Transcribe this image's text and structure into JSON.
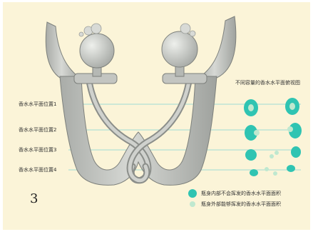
{
  "figure": {
    "number": "3",
    "title": "不同容量的香水水平面俯视图",
    "levels": [
      "香水水平面位置1",
      "香水水平面位置2",
      "香水水平面位置3",
      "香水水平面位置4"
    ],
    "legend": [
      {
        "label": "瓶身内部不会挥发的香水水平面面积",
        "color": "#2fc4b2"
      },
      {
        "label": "瓶身外部能够挥发的香水水平面面积",
        "color": "#bfe8cf"
      }
    ],
    "colors": {
      "background": "#fbf4d8",
      "bottle_glass": "#b9bcb8",
      "bottle_outline": "#7d807c",
      "level_line": "#9fdcd4",
      "inner_liquid": "#2fc4b2",
      "outer_liquid": "#bfe8cf"
    }
  }
}
